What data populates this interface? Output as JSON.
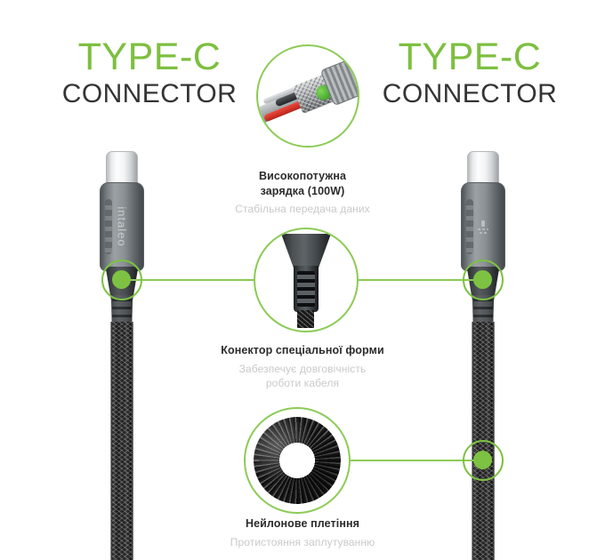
{
  "titles": {
    "left": {
      "main": "TYPE-C",
      "sub": "CONNECTOR"
    },
    "right": {
      "main": "TYPE-C",
      "sub": "CONNECTOR"
    }
  },
  "brand": {
    "name": "intaleo"
  },
  "features": [
    {
      "id": "charging",
      "title": "Високопотужна\nзарядка (100W)",
      "title_line1": "Високопотужна",
      "title_line2": "зарядка (100W)",
      "subtitle": "Стабільна передача даних",
      "subtitle_line1": "Стабільна передача даних",
      "subtitle_line2": ""
    },
    {
      "id": "connector-shape",
      "title": "Конектор спеціальної форми",
      "title_line1": "Конектор спеціальної форми",
      "title_line2": "",
      "subtitle": "Забезпечує довговічність роботи кабеля",
      "subtitle_line1": "Забезпечує довговічність",
      "subtitle_line2": "роботи кабеля"
    },
    {
      "id": "nylon-braid",
      "title": "Нейлонове плетіння",
      "title_line1": "Нейлонове плетіння",
      "title_line2": "",
      "subtitle": "Протистояння заплутуванню",
      "subtitle_line1": "Протистояння заплутуванню",
      "subtitle_line2": ""
    }
  ],
  "colors": {
    "accent_green": "#7dc242",
    "line_green": "#8ccb55",
    "title_dark": "#343434",
    "caption_dark": "#2b2b2b",
    "caption_grey": "#c9c9c9",
    "background": "#ffffff"
  },
  "icons": {
    "cable_cross_section": "cable-cross-section-photo",
    "strain_relief": "strain-relief-photo",
    "nylon_coil": "nylon-braid-coil-photo",
    "hotspot": "hotspot-marker"
  }
}
